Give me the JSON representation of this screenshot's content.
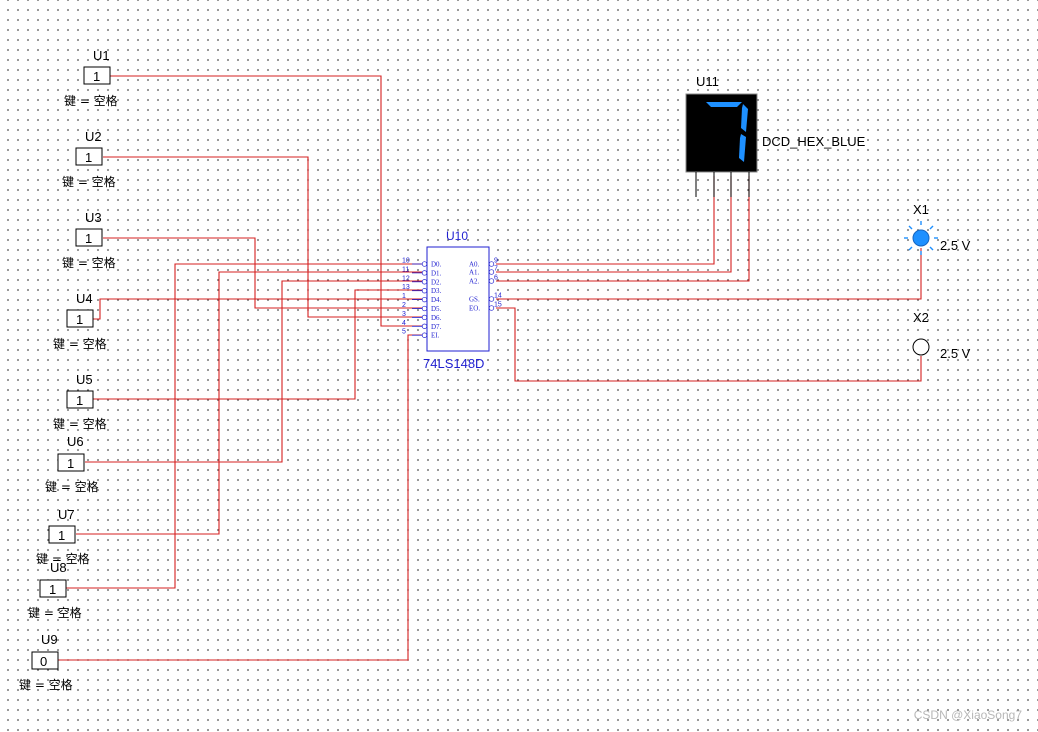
{
  "switches": [
    {
      "ref": "U1",
      "state": "1",
      "key": "键 = 空格"
    },
    {
      "ref": "U2",
      "state": "1",
      "key": "键 = 空格"
    },
    {
      "ref": "U3",
      "state": "1",
      "key": "键 = 空格"
    },
    {
      "ref": "U4",
      "state": "1",
      "key": "键 = 空格"
    },
    {
      "ref": "U5",
      "state": "1",
      "key": "键 = 空格"
    },
    {
      "ref": "U6",
      "state": "1",
      "key": "键 = 空格"
    },
    {
      "ref": "U7",
      "state": "1",
      "key": "键 = 空格"
    },
    {
      "ref": "U8",
      "state": "1",
      "key": "键 = 空格"
    },
    {
      "ref": "U9",
      "state": "0",
      "key": "键 = 空格"
    }
  ],
  "encoder": {
    "ref": "U10",
    "part": "74LS148D",
    "input_pins": [
      {
        "num": "10",
        "label": "D0."
      },
      {
        "num": "11",
        "label": "D1."
      },
      {
        "num": "12",
        "label": "D2."
      },
      {
        "num": "13",
        "label": "D3."
      },
      {
        "num": "1",
        "label": "D4."
      },
      {
        "num": "2",
        "label": "D5."
      },
      {
        "num": "3",
        "label": "D6."
      },
      {
        "num": "4",
        "label": "D7."
      },
      {
        "num": "5",
        "label": "EI."
      }
    ],
    "output_pins": [
      {
        "num": "9",
        "label": "A0."
      },
      {
        "num": "7",
        "label": "A1."
      },
      {
        "num": "6",
        "label": "A2."
      },
      {
        "num": "14",
        "label": "GS."
      },
      {
        "num": "15",
        "label": "EO."
      }
    ]
  },
  "display": {
    "ref": "U11",
    "part": "DCD_HEX_BLUE",
    "digit": "7",
    "color": "#1e90ff"
  },
  "probes": [
    {
      "ref": "X1",
      "voltage": "2.5 V",
      "lit": true,
      "color": "#1e90ff"
    },
    {
      "ref": "X2",
      "voltage": "2.5 V",
      "lit": false
    }
  ],
  "watermark": "CSDN @XiaoSong7"
}
